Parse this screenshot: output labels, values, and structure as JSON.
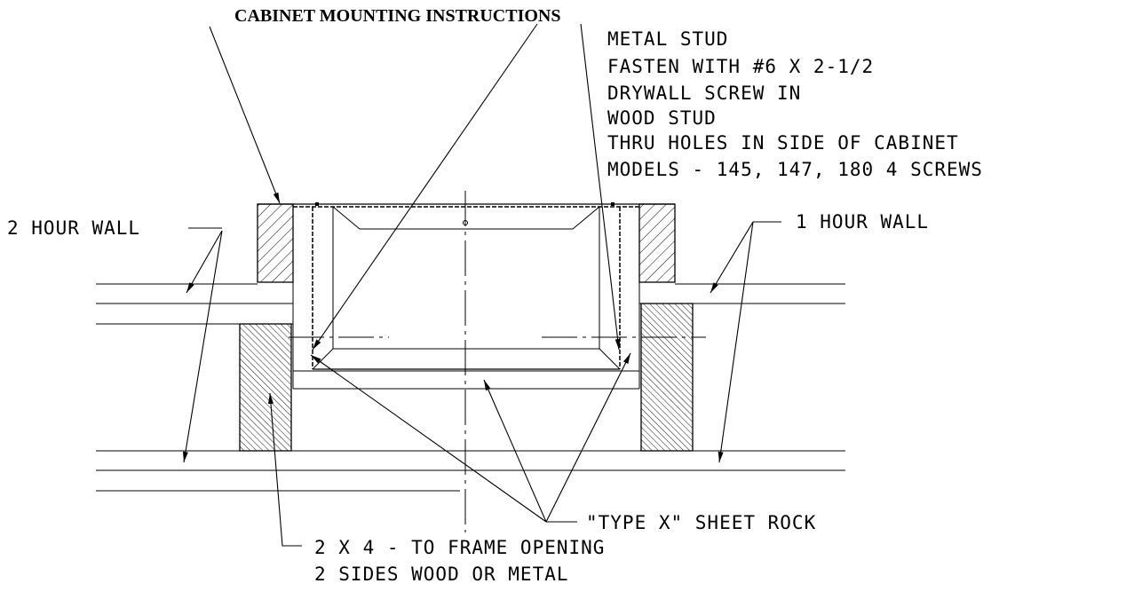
{
  "title": "CABINET MOUNTING INSTRUCTIONS",
  "note_lines": [
    "METAL STUD",
    "FASTEN WITH #6 X 2-1/2",
    "DRYWALL SCREW IN",
    "WOOD STUD",
    "THRU HOLES IN SIDE OF CABINET",
    "MODELS - 145, 147, 180  4 SCREWS"
  ],
  "labels": {
    "two_hour_wall": "2 HOUR WALL",
    "one_hour_wall": "1 HOUR WALL",
    "sheet_rock": "\"TYPE X\" SHEET ROCK",
    "frame_line1": "2 X 4 - TO FRAME OPENING",
    "frame_line2": "2 SIDES  WOOD OR METAL"
  }
}
